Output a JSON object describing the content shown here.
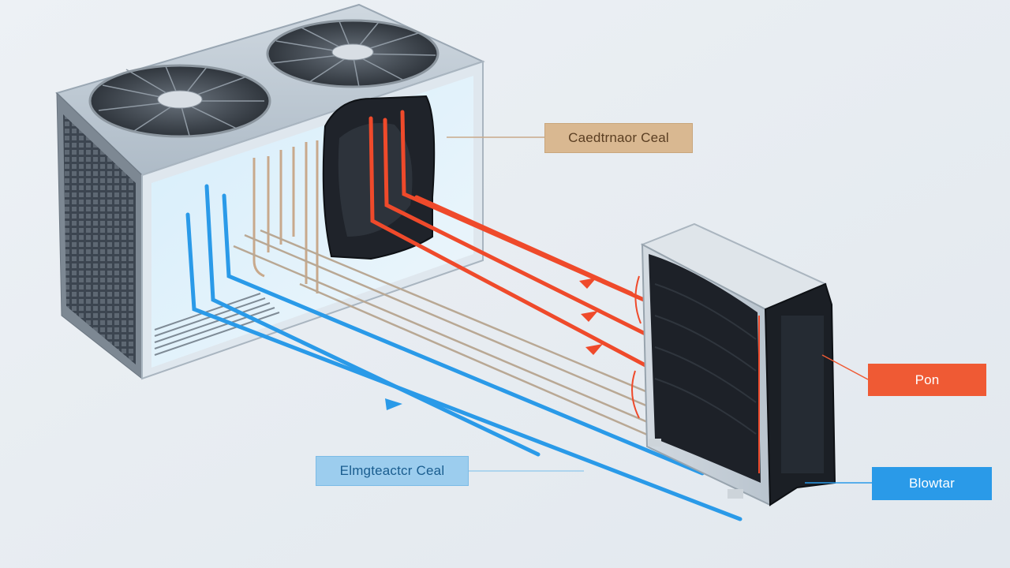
{
  "labels": {
    "condenser_coil": "Caedtrnaor Ceal",
    "fan": "Pon",
    "evaporator_coil": "Elmgteactcr Ceal",
    "blower": "Blowtar"
  },
  "colors": {
    "background": "#e9eef3",
    "hot_line": "#ef4a2b",
    "cold_line": "#2a9ae8",
    "condenser_label_bg": "#d9b891",
    "fan_label_bg": "#ef5a34",
    "evaporator_label_bg": "#9ccdee",
    "blower_label_bg": "#2a9ae8",
    "unit_frame": "#c9d3dc",
    "coil_dark": "#1d2128"
  },
  "icons": [
    "fan-icon",
    "grille-icon",
    "arrow-icon",
    "coil-icon"
  ]
}
